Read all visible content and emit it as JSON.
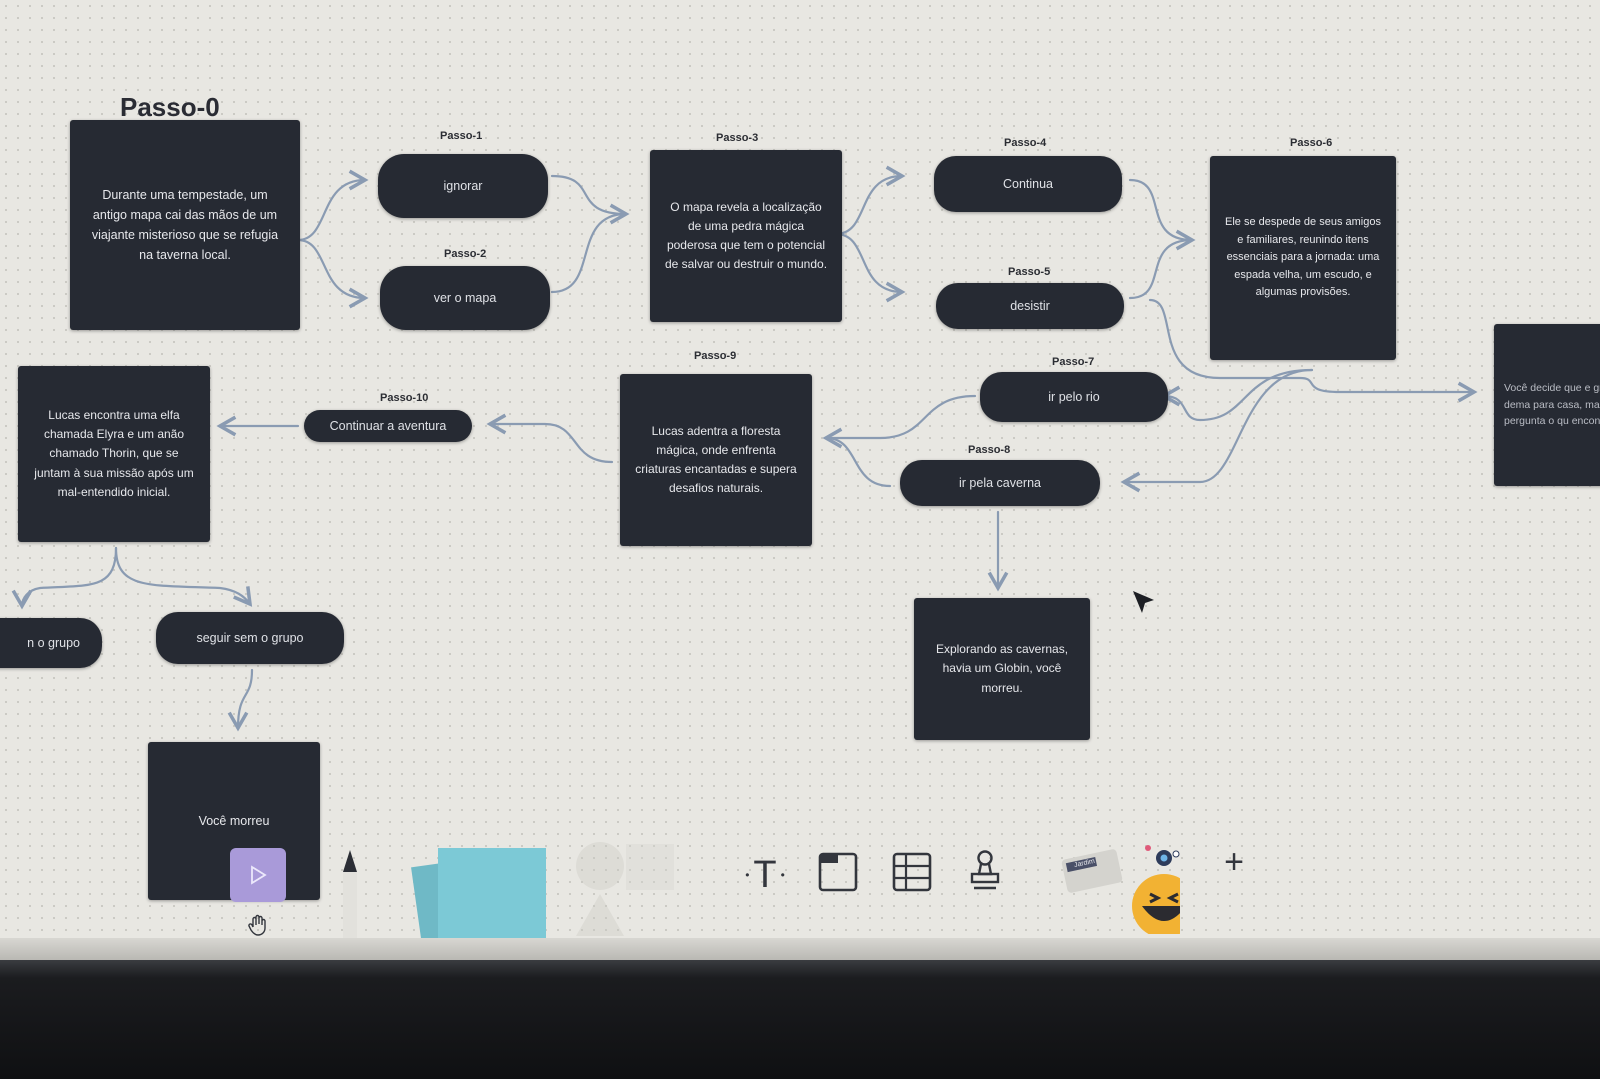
{
  "steps": {
    "p0": {
      "label": "Passo-0",
      "text": "Durante uma tempestade, um antigo mapa cai das mãos de um viajante misterioso que se refugia na taverna local."
    },
    "p1": {
      "label": "Passo-1",
      "text": "ignorar"
    },
    "p2": {
      "label": "Passo-2",
      "text": "ver o mapa"
    },
    "p3": {
      "label": "Passo-3",
      "text": "O mapa revela a localização de uma pedra mágica poderosa que tem o potencial de salvar ou destruir o mundo."
    },
    "p4": {
      "label": "Passo-4",
      "text": "Continua"
    },
    "p5": {
      "label": "Passo-5",
      "text": "desistir"
    },
    "p6": {
      "label": "Passo-6",
      "text": "Ele se despede de seus amigos e familiares, reunindo itens essenciais para a jornada: uma espada velha, um escudo, e algumas provisões."
    },
    "p7": {
      "label": "Passo-7",
      "text": "ir pelo rio"
    },
    "p8": {
      "label": "Passo-8",
      "text": "ir pela caverna"
    },
    "p9": {
      "label": "Passo-9",
      "text": "Lucas adentra a floresta mágica, onde enfrenta criaturas encantadas e supera desafios naturais."
    },
    "p10": {
      "label": "Passo-10",
      "text": "Continuar a aventura"
    }
  },
  "extra": {
    "lucas_card": "Lucas encontra uma elfa chamada Elyra e um anão chamado Thorin, que se juntam à sua missão após um mal-entendido inicial.",
    "left_pill": "n o grupo",
    "seguir_pill": "seguir sem o grupo",
    "voce_morreu": "Você morreu",
    "caverna_card": "Explorando as cavernas, havia um Globin, você morreu.",
    "right_card": "Você decide que e grande dema para casa, mas s pergunta o qu encontra"
  },
  "toolbar": {
    "text_tool": "T",
    "plus_tool": "+",
    "sticker_label": "Jardim"
  },
  "colors": {
    "node": "#262a33",
    "connector": "#8a9bb2",
    "canvas": "#e8e7e2",
    "select_tool": "#a99ad9",
    "sticky": "#7cc9d6"
  }
}
